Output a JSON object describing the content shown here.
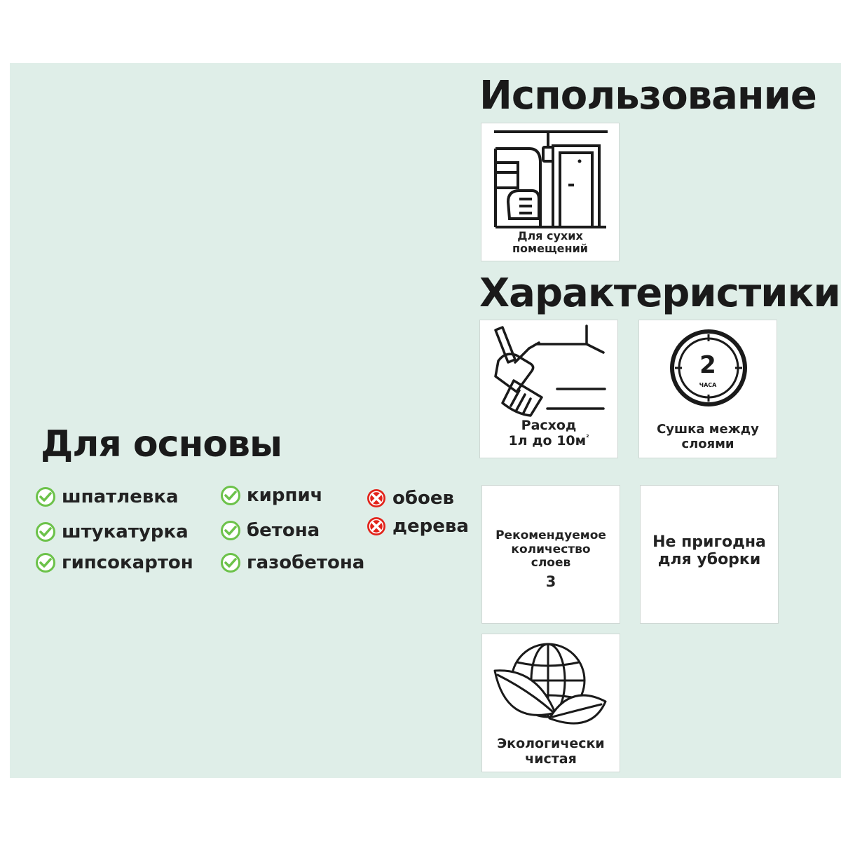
{
  "colors": {
    "panel_bg": "#dfeee8",
    "check": "#6cc24a",
    "cross": "#e2231a",
    "text": "#1a1a1a"
  },
  "sections": {
    "usage_title": "Использование",
    "characteristics_title": "Характеристики",
    "base_title": "Для основы"
  },
  "usage": {
    "card_label_line1": "Для сухих",
    "card_label_line2": "помещений",
    "icon": "room-interior-icon"
  },
  "characteristics": {
    "consumption": {
      "line1": "Расход",
      "line2": "1л до 10м",
      "superscript": "²",
      "icon": "brush-painting-icon"
    },
    "drying": {
      "line1": "Сушка между",
      "line2": "слоями",
      "clock_value": "2",
      "clock_unit": "ЧАСА",
      "icon": "clock-icon"
    },
    "layers": {
      "line1": "Рекомендуемое",
      "line2": "количество",
      "line3": "слоев",
      "value": "3"
    },
    "cleaning": {
      "line1": "Не пригодна",
      "line2": "для уборки"
    },
    "eco": {
      "line1": "Экологически",
      "line2": "чистая",
      "icon": "globe-leaves-icon"
    }
  },
  "base": {
    "suitable": [
      "шпатлевка",
      "штукатурка",
      "гипсокартон",
      "кирпич",
      "бетона",
      "газобетона"
    ],
    "unsuitable": [
      "обоев",
      "дерева"
    ]
  }
}
